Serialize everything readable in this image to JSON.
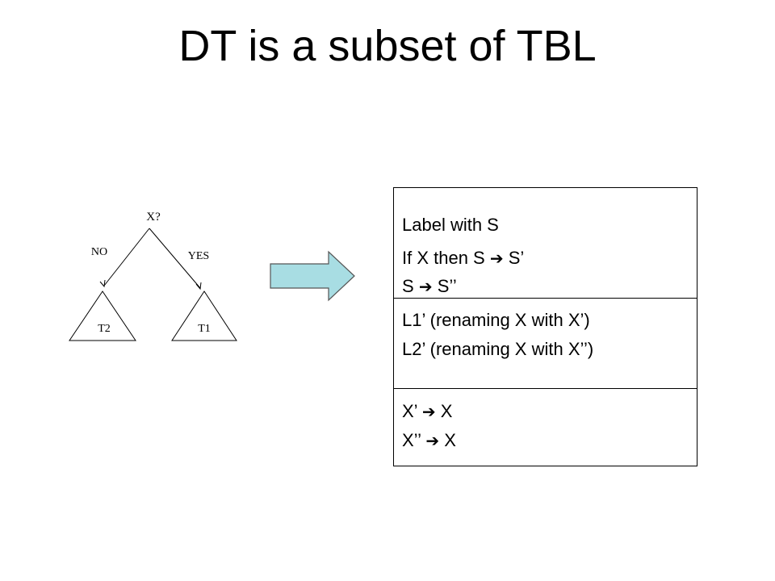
{
  "slide": {
    "title": "DT is a subset of TBL"
  },
  "tree": {
    "root_label": "X?",
    "left_edge_label": "NO",
    "right_edge_label": "YES",
    "left_subtree_label": "T2",
    "right_subtree_label": "T1"
  },
  "transform_arrow": {
    "fill_color": "#a8dde3",
    "icon": "right-arrow-icon"
  },
  "rules": {
    "implies_symbol": "➔",
    "group1": {
      "line1": "Label with S",
      "line2_left": "If X then S",
      "line2_right": "S’",
      "line3_left": "S",
      "line3_right": "S’’"
    },
    "group2": {
      "line1": "L1’ (renaming X with X’)",
      "line2": "L2’ (renaming X with X’’)"
    },
    "group3": {
      "line1_left": "X’",
      "line1_right": "X",
      "line2_left": "X’’",
      "line2_right": "X"
    }
  }
}
